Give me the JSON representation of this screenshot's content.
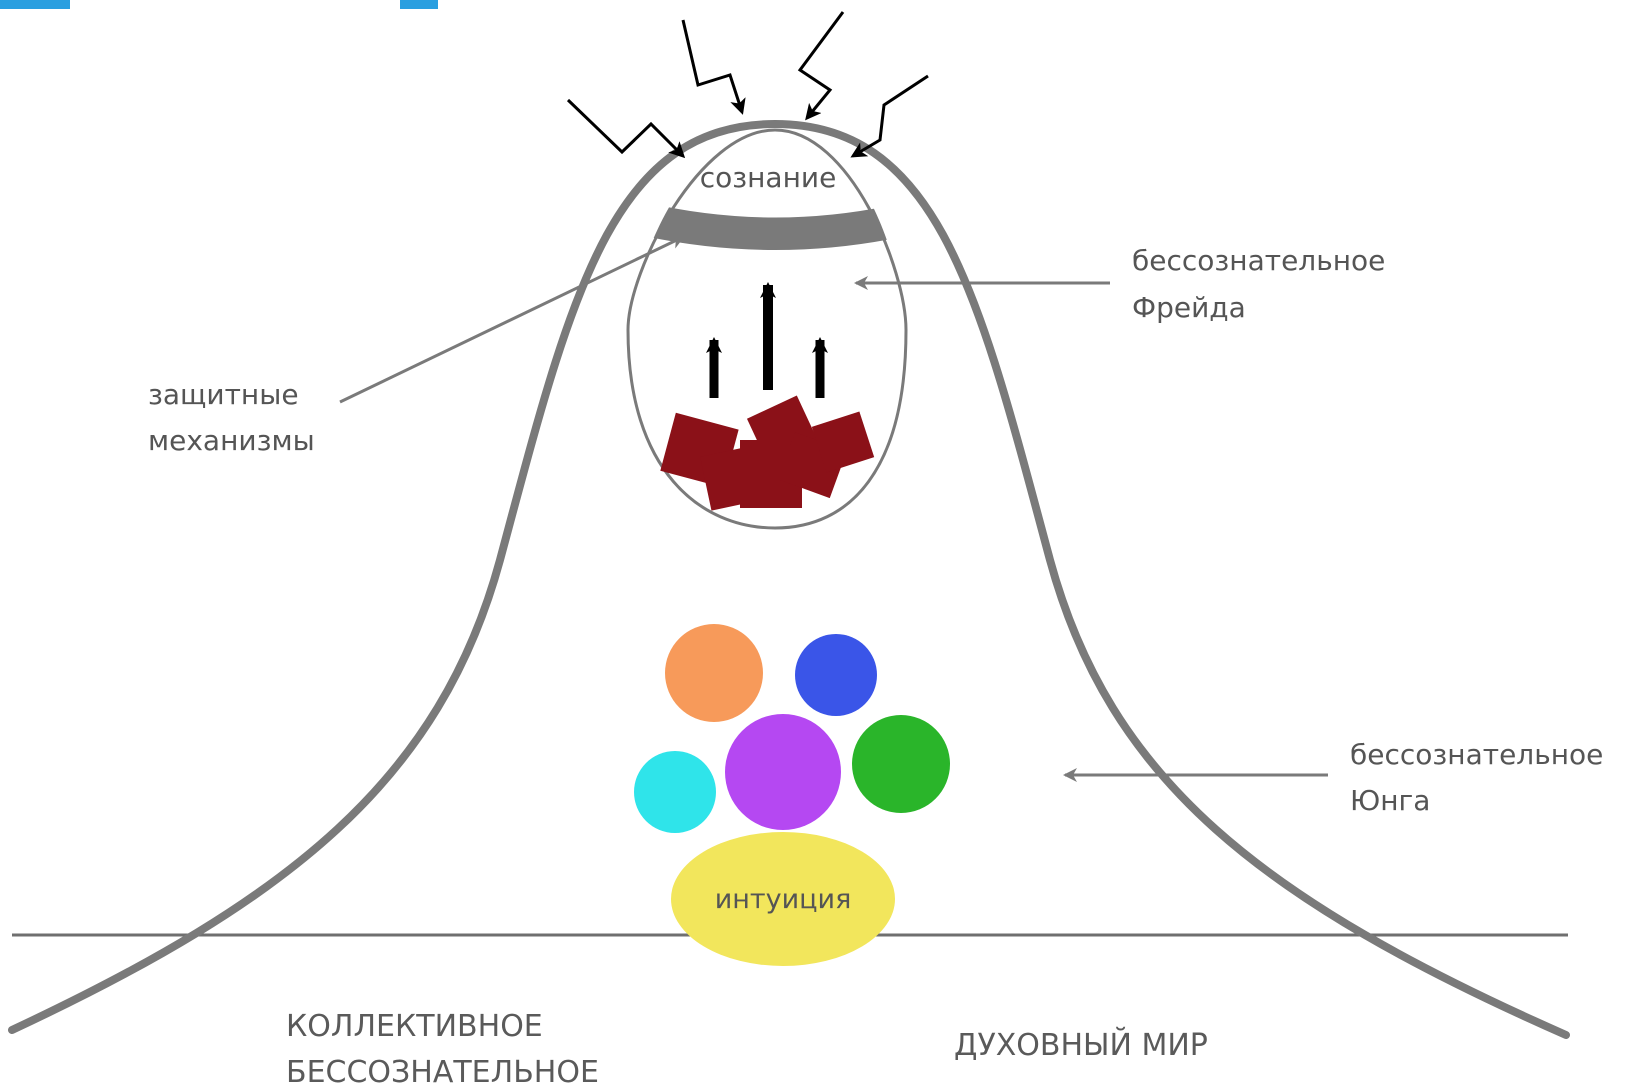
{
  "labels": {
    "consciousness": "сознание",
    "freud_line1": "бессознательное",
    "freud_line2": "Фрейда",
    "defense_line1": "защитные",
    "defense_line2": "механизмы",
    "jung_line1": "бессознательное",
    "jung_line2": "Юнга",
    "intuition": "интуиция",
    "collective_line1": "КОЛЛЕКТИВНОЕ",
    "collective_line2": "БЕССОЗНАТЕЛЬНОЕ",
    "spiritual": "ДУХОВНЫЙ МИР"
  },
  "colors": {
    "outline": "#7a7a7a",
    "repressed": "#8b1118",
    "accent": "#2a9fe0",
    "intuition": "#f2e65c",
    "circles": [
      "#f79a5a",
      "#3a55e8",
      "#2fe4ea",
      "#b548f2",
      "#2ab52a"
    ]
  }
}
